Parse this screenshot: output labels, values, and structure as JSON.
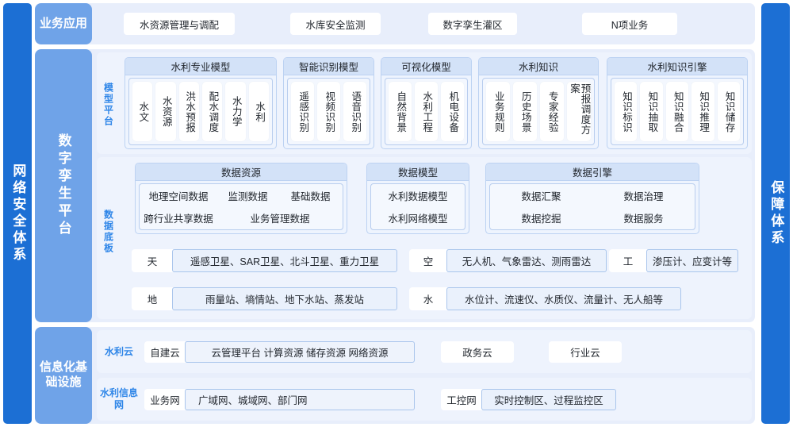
{
  "security_bar": {
    "label": "网络安全体系"
  },
  "guarantee_bar": {
    "label": "保障体系"
  },
  "tiers": {
    "business": {
      "label": "业务应用"
    },
    "twin": {
      "label": "数字孪生平台"
    },
    "infra": {
      "label": "信息化基础设施"
    }
  },
  "business_apps": [
    {
      "label": "水资源管理与调配"
    },
    {
      "label": "水库安全监测"
    },
    {
      "label": "数字孪生灌区"
    },
    {
      "label": "N项业务"
    }
  ],
  "model_platform": {
    "caption": "模型平台",
    "groups": [
      {
        "title": "水利专业模型",
        "items": [
          "水文",
          "水资源",
          "洪水预报",
          "配水调度",
          "水力学",
          "水利"
        ]
      },
      {
        "title": "智能识别模型",
        "items": [
          "遥感识别",
          "视频识别",
          "语音识别"
        ]
      },
      {
        "title": "可视化模型",
        "items": [
          "自然背景",
          "水利工程",
          "机电设备"
        ]
      },
      {
        "title": "水利知识",
        "items": [
          "业务规则",
          "历史场景",
          "专家经验",
          "预报调度方案"
        ]
      },
      {
        "title": "水利知识引擎",
        "items": [
          "知识标识",
          "知识抽取",
          "知识融合",
          "知识推理",
          "知识储存"
        ]
      }
    ]
  },
  "data_base": {
    "caption": "数据底板",
    "boxes": [
      {
        "title": "数据资源",
        "cols": 3,
        "items": [
          "地理空间数据",
          "监测数据",
          "基础数据",
          "跨行业共享数据",
          "业务管理数据"
        ]
      },
      {
        "title": "数据模型",
        "cols": 1,
        "items": [
          "水利数据模型",
          "水利网络模型"
        ]
      },
      {
        "title": "数据引擎",
        "cols": 2,
        "items": [
          "数据汇聚",
          "数据治理",
          "数据挖掘",
          "数据服务"
        ]
      }
    ],
    "sensors": [
      {
        "tag": "天",
        "content": "遥感卫星、SAR卫星、北斗卫星、重力卫星"
      },
      {
        "tag": "空",
        "content": "无人机、气象雷达、测雨雷达"
      },
      {
        "tag": "工",
        "content": "渗压计、应变计等"
      },
      {
        "tag": "地",
        "content": "雨量站、墒情站、地下水站、蒸发站"
      },
      {
        "tag": "水",
        "content": "水位计、流速仪、水质仪、流量计、无人船等"
      }
    ]
  },
  "infrastructure": {
    "cloud": {
      "caption": "水利云",
      "tag": "自建云",
      "content": "云管理平台 计算资源 储存资源 网络资源",
      "chips": [
        "政务云",
        "行业云"
      ]
    },
    "network": {
      "caption": "水利信息网",
      "tag": "业务网",
      "content": "广域网、城域网、部门网",
      "tag2": "工控网",
      "content2": "实时控制区、过程监控区"
    }
  },
  "colors": {
    "bar_blue": "#1c6fd4",
    "tier_blue": "#6fa3e8",
    "panel_bg": "#e8eefb",
    "group_head": "#d3e2f8",
    "accent_text": "#2f86e8"
  }
}
